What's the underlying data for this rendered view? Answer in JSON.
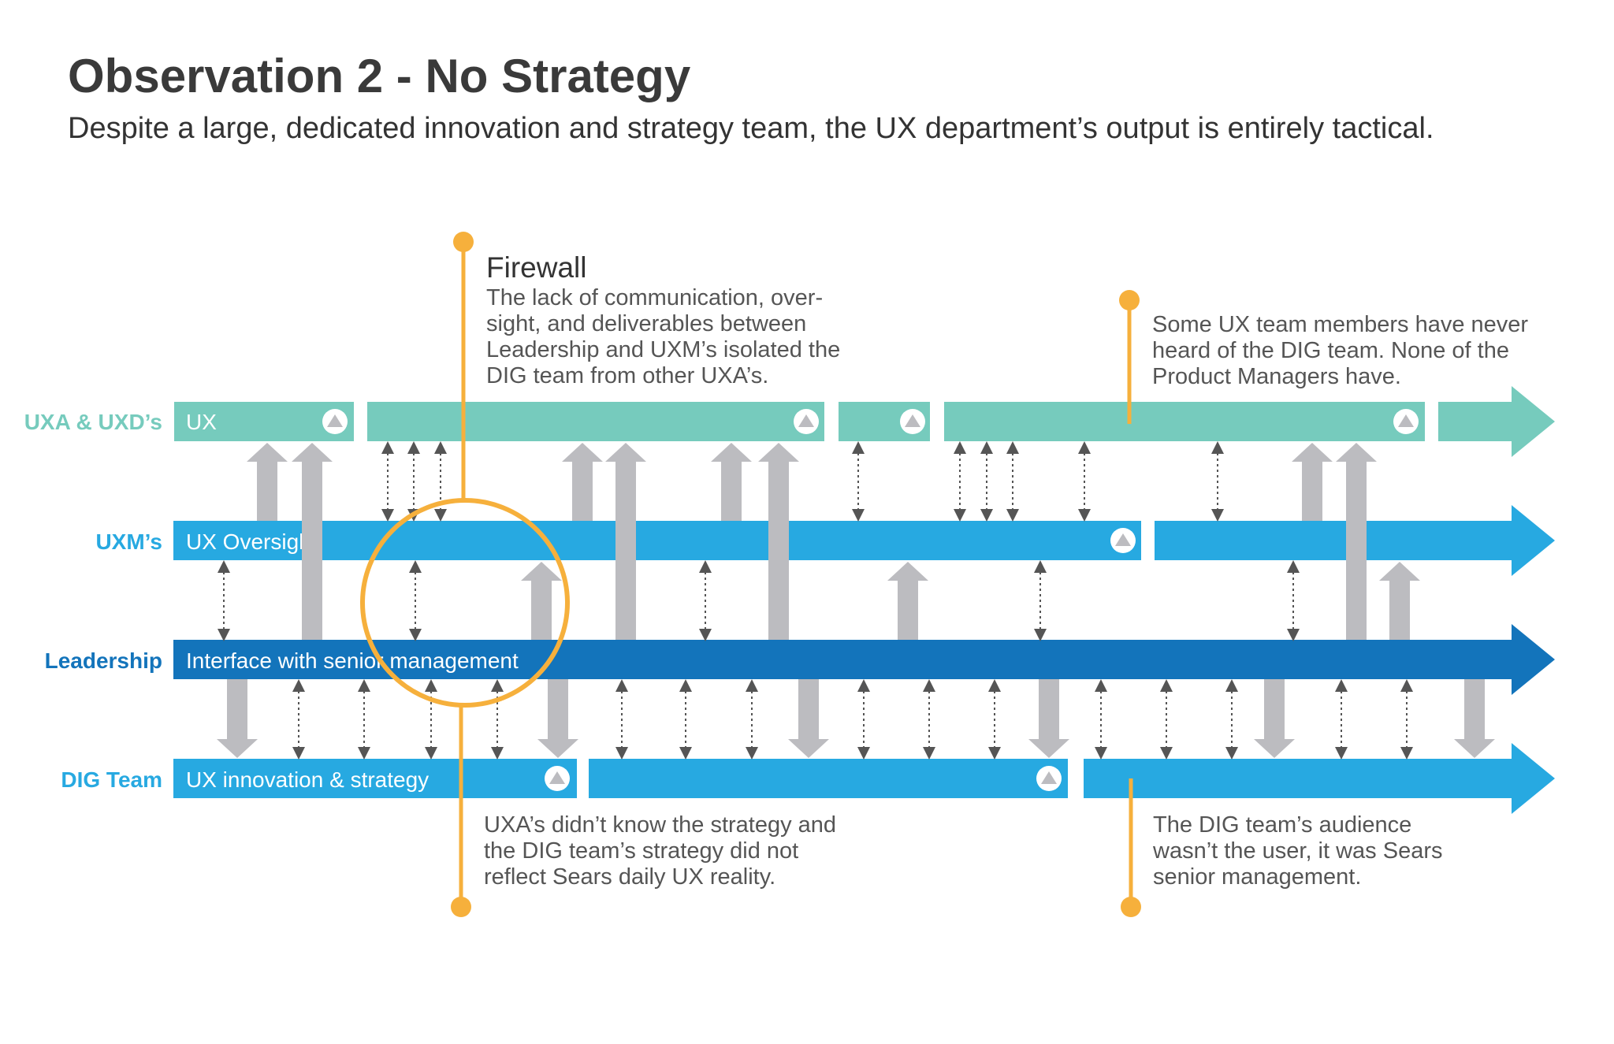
{
  "header": {
    "title": "Observation 2 - No Strategy",
    "subtitle": "Despite a large, dedicated innovation and strategy team, the UX department’s output is entirely tactical."
  },
  "lanes": [
    {
      "id": "uxa",
      "label": "UXA & UXD’s",
      "bar_label": "UX",
      "color": "#76cbbd"
    },
    {
      "id": "uxm",
      "label": "UXM’s",
      "bar_label": "UX Oversight",
      "color": "#27a9e1"
    },
    {
      "id": "leadership",
      "label": "Leadership",
      "bar_label": "Interface with senior management",
      "color": "#1374bb"
    },
    {
      "id": "dig",
      "label": "DIG Team",
      "bar_label": "UX innovation & strategy",
      "color": "#27a9e1"
    }
  ],
  "annotations": {
    "firewall": {
      "title": "Firewall",
      "lines": [
        "The lack of communication, over-",
        "sight, and deliverables between",
        "Leadership and UXM’s isolated the",
        "DIG team from other UXA’s."
      ]
    },
    "never_heard": {
      "lines": [
        "Some UX team members have never",
        "heard of the DIG team.  None of the",
        "Product Managers have."
      ]
    },
    "didnt_know": {
      "lines": [
        "UXA’s didn’t know the strategy and",
        "the DIG team’s strategy did not",
        "reflect Sears daily UX reality."
      ]
    },
    "audience": {
      "lines": [
        "The DIG team’s audience",
        "wasn’t the user, it was Sears",
        "senior management."
      ]
    }
  },
  "colors": {
    "accent_orange": "#f6b03c",
    "flow_gray": "#bcbcc0",
    "dotted_arrow": "#555555",
    "uxa": "#76cbbd",
    "uxm": "#27a9e1",
    "leadership": "#1374bb",
    "dig": "#27a9e1"
  }
}
